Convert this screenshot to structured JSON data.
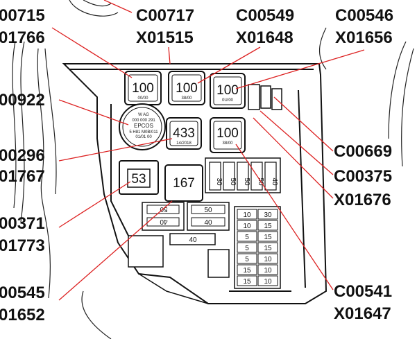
{
  "diagram": {
    "callouts": {
      "top_left_1": "00715",
      "top_left_2": "01766",
      "top_mid_1": "C00717",
      "top_mid_2": "X01515",
      "top_c549_1": "C00549",
      "top_c549_2": "X01648",
      "top_right_1": "C00546",
      "top_right_2": "X01656",
      "left_922": "00922",
      "left_296_1": "00296",
      "left_296_2": "01767",
      "left_371_1": "00371",
      "left_371_2": "01773",
      "left_545_1": "00545",
      "left_545_2": "01652",
      "right_669": "C00669",
      "right_375": "C00375",
      "right_676": "X01676",
      "right_541_1": "C00541",
      "right_541_2": "X01647"
    },
    "relays": {
      "r1": "100",
      "r1_sub": "00/00",
      "r2": "100",
      "r2_sub": "38/00",
      "r3": "100",
      "r3_sub": "0U/00",
      "r4": "433",
      "r4_sub": "14/2018",
      "r5": "100",
      "r5_sub": "38/00",
      "r6": "53",
      "r7": "167"
    },
    "round_relay": {
      "line1": "W AG",
      "line2": "000 000 291",
      "line3": "EPCOS",
      "line4": "5 H81 M0B/011",
      "line5": "01/01 00"
    },
    "fuses": {
      "top": [
        "30",
        "50",
        "50",
        "50",
        "40"
      ],
      "mid": [
        "50",
        "40"
      ],
      "mid_right": [
        "50",
        "40"
      ],
      "low": "40",
      "column": [
        "10",
        "30",
        "10",
        "15",
        "5",
        "15",
        "5",
        "15",
        "5",
        "10",
        "15",
        "10",
        "15",
        "10"
      ]
    }
  }
}
